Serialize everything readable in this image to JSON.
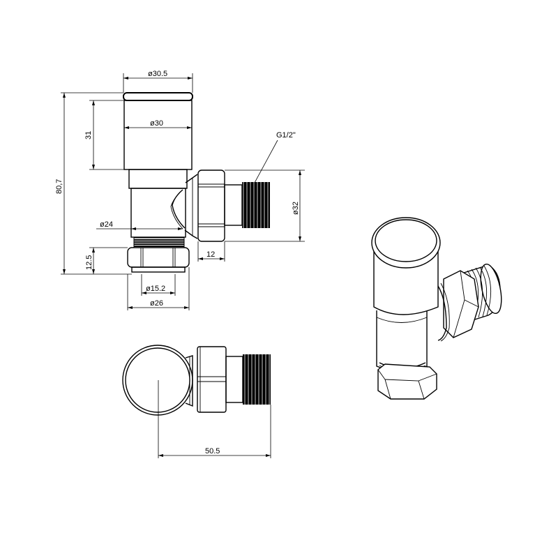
{
  "drawing": {
    "title": "Angled radiator valve technical drawing",
    "units": "mm",
    "views": [
      "front-elevation",
      "top-plan",
      "isometric"
    ]
  },
  "dimensions": {
    "cap_diameter": "ø30.5",
    "head_diameter": "ø30",
    "head_height": "31",
    "overall_height": "80,7",
    "body_diameter": "ø24",
    "thread_label": "G1/2\"",
    "outlet_height": "ø32",
    "outlet_nut_width": "12",
    "inlet_nut_height": "12.5",
    "inlet_bore": "ø15.2",
    "inlet_nut_diameter": "ø26",
    "plan_length": "50.5"
  },
  "colors": {
    "line": "#000000",
    "background": "#ffffff"
  }
}
